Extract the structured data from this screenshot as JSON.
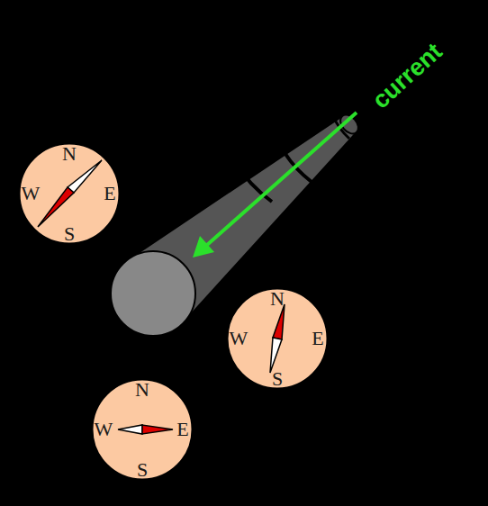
{
  "diagram": {
    "nodes": [
      {
        "text": [
          "N",
          "W",
          "E",
          "S"
        ]
      },
      {
        "text": [
          "N",
          "W",
          "E",
          "S"
        ]
      },
      {
        "text": [
          "N",
          "W",
          "E",
          "S"
        ]
      }
    ],
    "labels": [
      "current"
    ]
  }
}
